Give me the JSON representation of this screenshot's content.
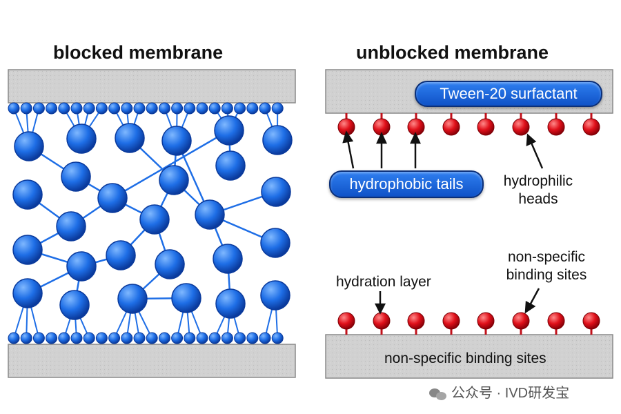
{
  "left_panel": {
    "title": "blocked membrane"
  },
  "right_panel": {
    "title": "unblocked membrane",
    "tween_label": "Tween-20 surfactant",
    "tails_label": "hydrophobic tails",
    "heads_label_line1": "hydrophilic",
    "heads_label_line2": "heads",
    "hydration_label": "hydration layer",
    "nsb_upper_line1": "non-specific",
    "nsb_upper_line2": "binding sites",
    "nsb_lower_label": "non-specific binding sites"
  },
  "watermark": {
    "icon": "wechat-icon",
    "text": "公众号 · IVD研发宝"
  },
  "colors": {
    "protein_blue": "#1e6ee6",
    "surfactant_red": "#e0101a",
    "membrane_gray": "#cfcfcf",
    "pill_blue": "#1763dd"
  }
}
